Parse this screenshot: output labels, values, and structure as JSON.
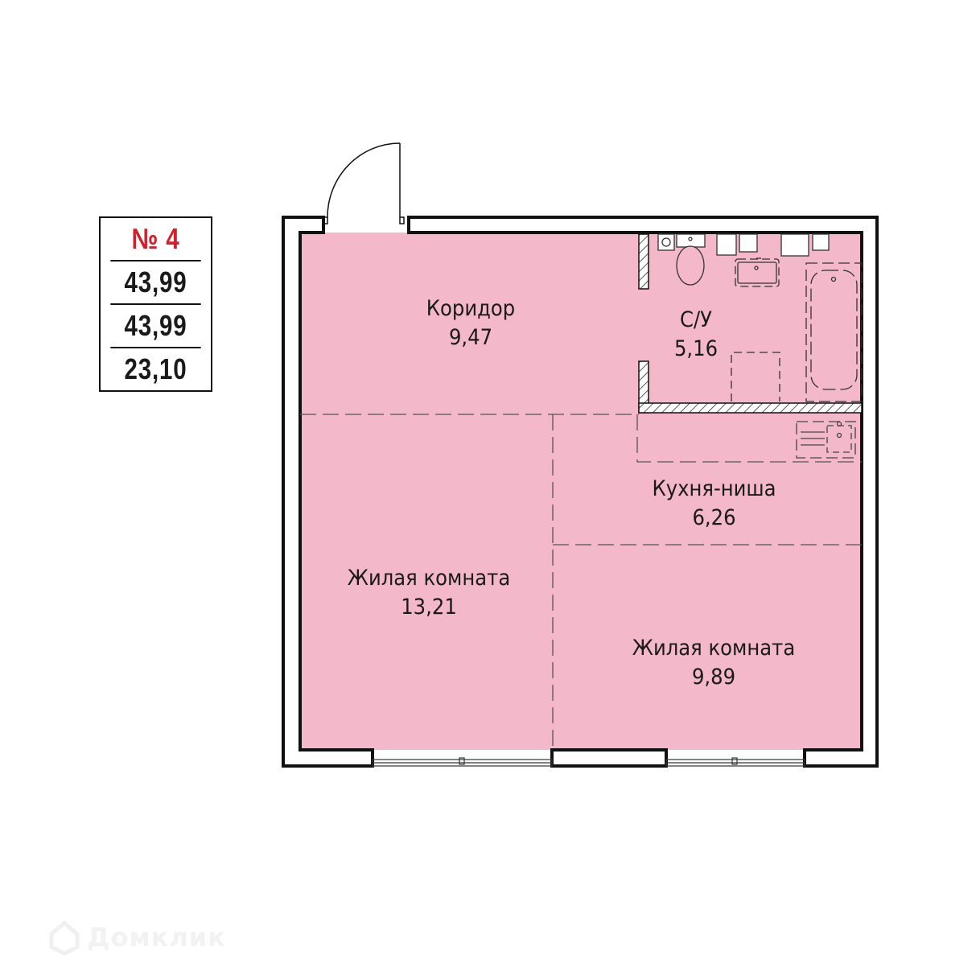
{
  "apartment": {
    "number_label": "№ 4",
    "total_area": "43,99",
    "area_with_balcony": "43,99",
    "living_area": "23,10"
  },
  "rooms": [
    {
      "name": "Коридор",
      "area": "9,47"
    },
    {
      "name": "С/У",
      "area": "5,16"
    },
    {
      "name": "Кухня-ниша",
      "area": "6,26"
    },
    {
      "name": "Жилая комната",
      "area": "13,21"
    },
    {
      "name": "Жилая комната",
      "area": "9,89"
    }
  ],
  "watermark": {
    "text": "Домклик",
    "icon": "house-logo-icon"
  },
  "colors": {
    "room_fill": "#f4b8cb",
    "wall": "#111111",
    "accent": "#d0202e"
  }
}
